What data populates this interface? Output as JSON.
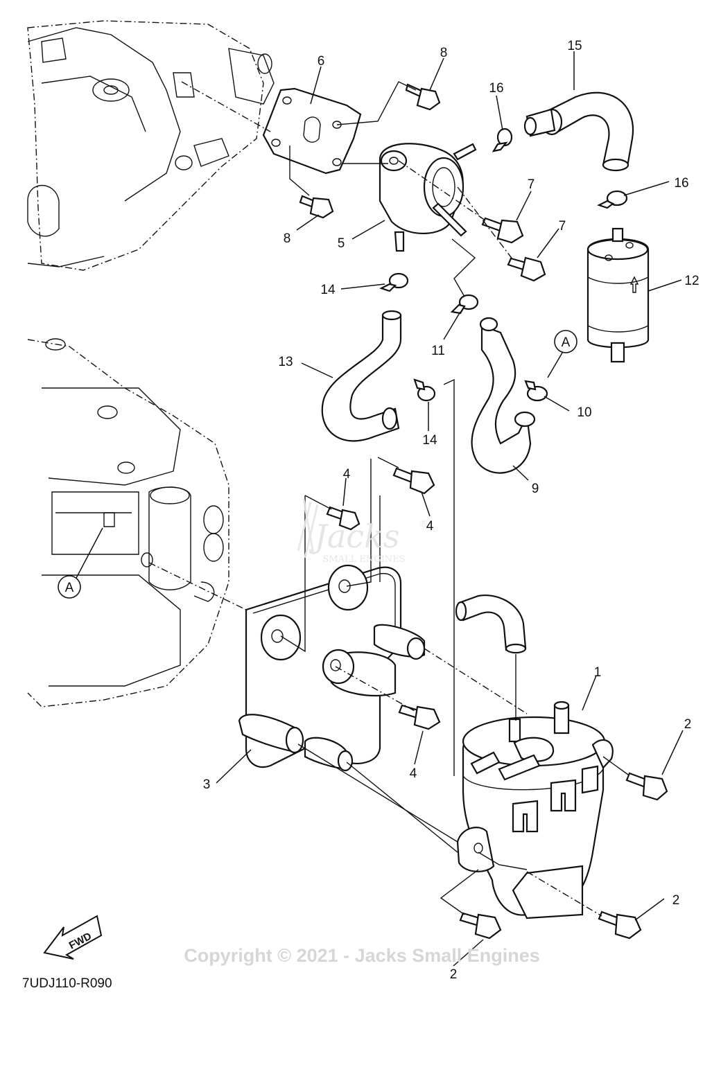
{
  "diagram": {
    "code": "7UDJ110-R090",
    "copyright": "Copyright © 2021 - Jacks Small Engines",
    "watermark": {
      "main": "Jacks",
      "sub": "SMALL ENGINES",
      "mark": "®"
    },
    "fwd_label": "FWD",
    "ref_marker": "A",
    "callouts": [
      {
        "id": "c8a",
        "label": "8"
      },
      {
        "id": "c6",
        "label": "6"
      },
      {
        "id": "c15",
        "label": "15"
      },
      {
        "id": "c16a",
        "label": "16"
      },
      {
        "id": "c16b",
        "label": "16"
      },
      {
        "id": "c7a",
        "label": "7"
      },
      {
        "id": "c7b",
        "label": "7"
      },
      {
        "id": "c8b",
        "label": "8"
      },
      {
        "id": "c5",
        "label": "5"
      },
      {
        "id": "c12",
        "label": "12"
      },
      {
        "id": "c14a",
        "label": "14"
      },
      {
        "id": "c11",
        "label": "11"
      },
      {
        "id": "c13",
        "label": "13"
      },
      {
        "id": "c10",
        "label": "10"
      },
      {
        "id": "c14b",
        "label": "14"
      },
      {
        "id": "c9",
        "label": "9"
      },
      {
        "id": "c4a",
        "label": "4"
      },
      {
        "id": "c4b",
        "label": "4"
      },
      {
        "id": "c1",
        "label": "1"
      },
      {
        "id": "c2a",
        "label": "2"
      },
      {
        "id": "c3",
        "label": "3"
      },
      {
        "id": "c4c",
        "label": "4"
      },
      {
        "id": "c2b",
        "label": "2"
      },
      {
        "id": "c2c",
        "label": "2"
      }
    ]
  }
}
